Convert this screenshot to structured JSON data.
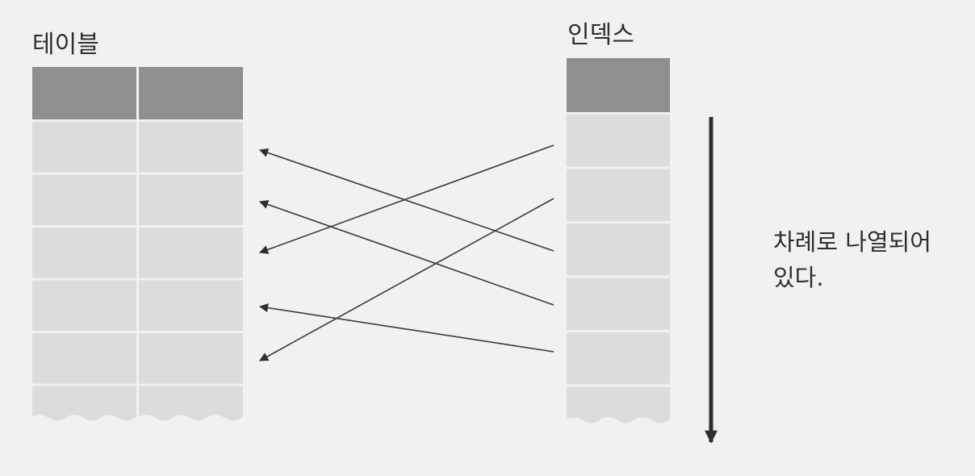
{
  "table": {
    "title": "테이블",
    "column_count": 2,
    "data_row_count": 6
  },
  "index": {
    "title": "인덱스",
    "data_row_count": 6
  },
  "pointers": [
    {
      "from_index_row": 1,
      "to_table_row": 3
    },
    {
      "from_index_row": 2,
      "to_table_row": 5
    },
    {
      "from_index_row": 3,
      "to_table_row": 1
    },
    {
      "from_index_row": 4,
      "to_table_row": 2
    },
    {
      "from_index_row": 5,
      "to_table_row": 4
    }
  ],
  "order_note": {
    "line1": "차례로 나열되어",
    "line2": "있다."
  },
  "colors": {
    "background": "#f1f1ef",
    "header_cell": "#8f8f8e",
    "data_cell": "#dcdcdb",
    "grid_line": "#f6f6f5",
    "arrow": "#3a3a3a"
  }
}
